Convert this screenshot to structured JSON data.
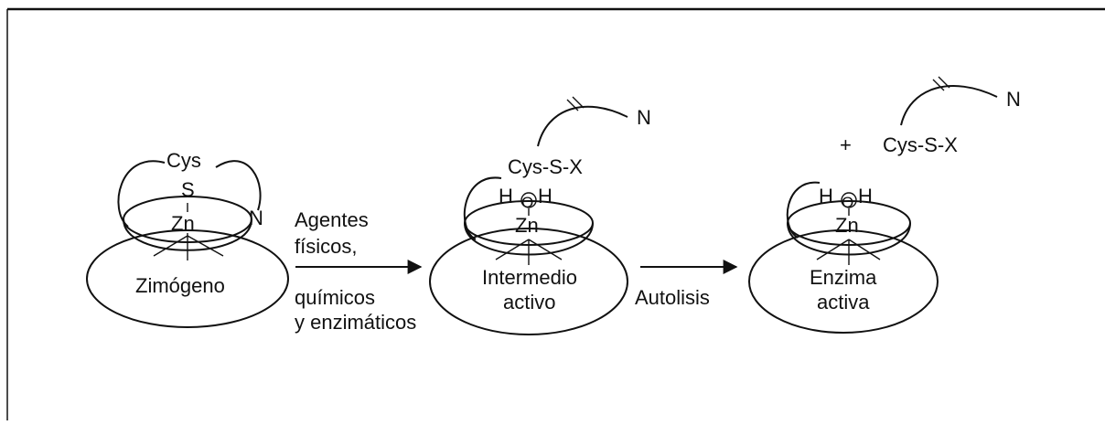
{
  "stages": {
    "zymogen": {
      "label": "Zimógeno",
      "cys": "Cys",
      "s": "S",
      "zn": "Zn",
      "n": "N"
    },
    "intermediate": {
      "line1": "Intermedio",
      "line2": "activo",
      "cys_s_x": "Cys-S-X",
      "h_left": "H",
      "o": "O",
      "h_right": "H",
      "zn": "Zn",
      "n": "N"
    },
    "active": {
      "line1": "Enzima",
      "line2": "activa",
      "plus": "+",
      "cys_s_x": "Cys-S-X",
      "h_left": "H",
      "o": "O",
      "h_right": "H",
      "zn": "Zn",
      "n": "N"
    }
  },
  "arrow1": {
    "above_1": "Agentes",
    "above_2": "físicos,",
    "below_1": "químicos",
    "below_2": "y enzimáticos"
  },
  "arrow2": {
    "below": "Autolisis"
  }
}
